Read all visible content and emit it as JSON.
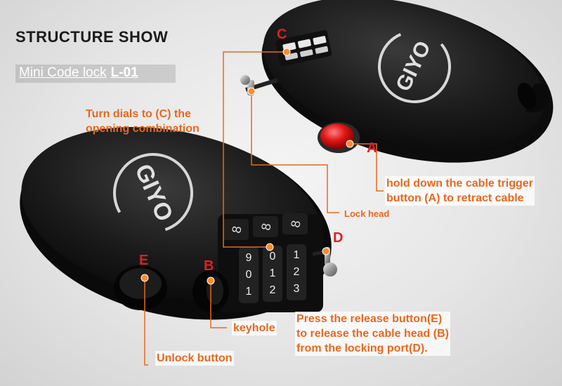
{
  "title": "STRUCTURE SHOW",
  "subtitle": {
    "text": "Mini Code lock",
    "model": "L-01"
  },
  "brand": "GIYO",
  "labels": {
    "c": "C",
    "a": "A",
    "d": "D",
    "e": "E",
    "b": "B"
  },
  "callouts": {
    "dials": [
      "Turn dials to (C) the",
      "opening combination"
    ],
    "trigger": [
      "hold down the cable trigger",
      "button (A) to retract cable"
    ],
    "lock_head": "Lock  head",
    "release": [
      "Press the release button(E)",
      "to release the cable head (B)",
      "from the locking port(D)."
    ],
    "keyhole": "keyhole",
    "unlock": "Unlock button"
  },
  "dial_digits_top": [
    "8",
    "8",
    "8"
  ],
  "dial_digits_front": [
    [
      "9",
      "0",
      "1"
    ],
    [
      "0",
      "1",
      "2"
    ],
    [
      "1",
      "2",
      "3"
    ]
  ],
  "colors": {
    "accent": "#e8681e",
    "letters": "#e02020",
    "lock_body": "#161616"
  }
}
